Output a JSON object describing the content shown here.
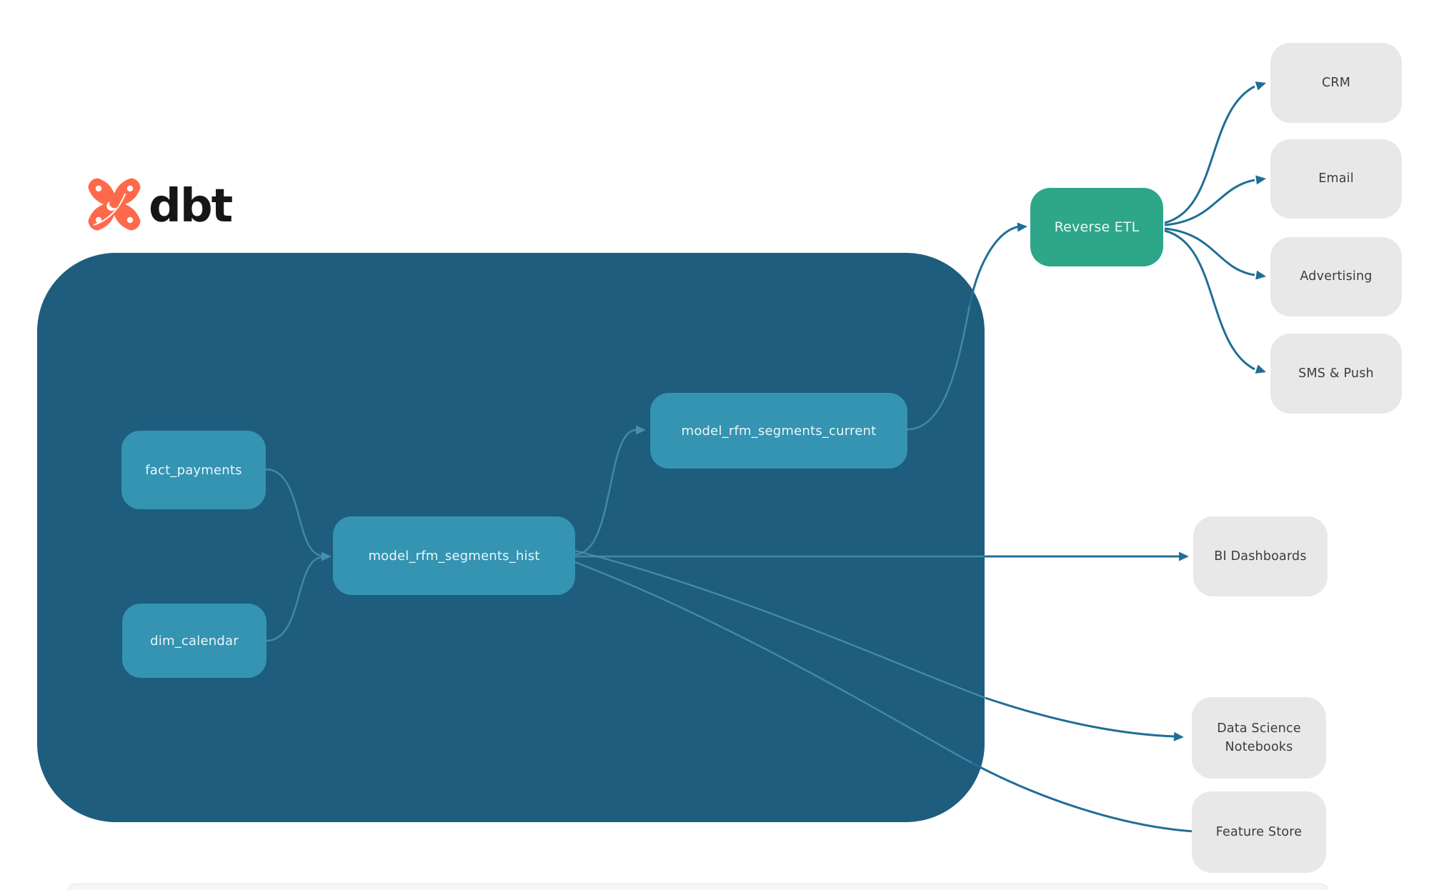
{
  "logo": {
    "brand": "dbt"
  },
  "pipeline": {
    "sources": [
      {
        "label": "fact_payments"
      },
      {
        "label": "dim_calendar"
      }
    ],
    "models": [
      {
        "label": "model_rfm_segments_hist"
      },
      {
        "label": "model_rfm_segments_current"
      }
    ]
  },
  "reverse_etl": {
    "label": "Reverse ETL",
    "destinations": [
      {
        "label": "CRM"
      },
      {
        "label": "Email"
      },
      {
        "label": "Advertising"
      },
      {
        "label": "SMS & Push"
      }
    ]
  },
  "analytics_outputs": [
    {
      "label": "BI Dashboards"
    },
    {
      "label": "Data Science Notebooks"
    },
    {
      "label": "Feature Store"
    }
  ],
  "colors": {
    "canvas_bg": "#FFFFFF",
    "container_bg": "#1E5D7D",
    "model_node_bg": "#3494B2",
    "node_text": "#EAF6FA",
    "reverse_etl_bg": "#2DA689",
    "dest_node_bg": "#E8E8E9",
    "dest_node_text": "#3C3C3C",
    "edge": "#206E96",
    "edge_inner": "#4A92AF",
    "dbt_orange": "#FF694B",
    "wordmark": "#161616",
    "bottom_strip_bg": "#F6F6F7"
  }
}
